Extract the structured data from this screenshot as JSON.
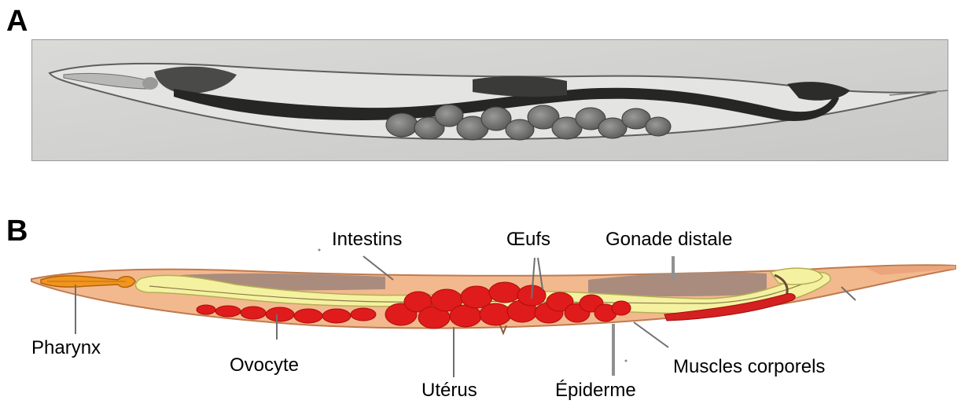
{
  "panels": {
    "a": {
      "letter": "A"
    },
    "b": {
      "letter": "B"
    }
  },
  "labels": {
    "intestins": "Intestins",
    "oeufs": "Œufs",
    "gonade_distale": "Gonade distale",
    "pharynx": "Pharynx",
    "ovocyte": "Ovocyte",
    "uterus": "Utérus",
    "epiderme": "Épiderme",
    "muscles_corporels": "Muscles corporels"
  },
  "colors": {
    "body": "#f3b98e",
    "pharynx": "#f0951e",
    "intestine": "#f4f2a0",
    "gonad": "#a98c7e",
    "eggs": "#e01b1b",
    "muscle": "#d42020",
    "photo_bg": "#d2d2d0"
  }
}
